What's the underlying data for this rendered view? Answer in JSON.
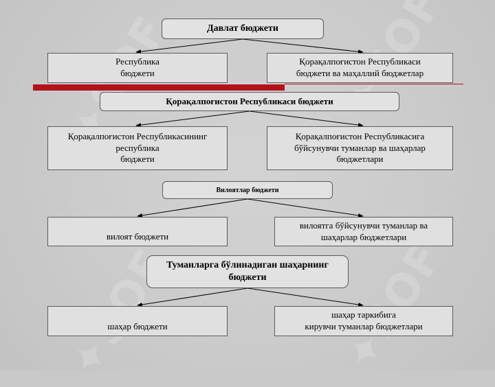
{
  "diagram": {
    "title_box": {
      "text": "Давлат бюджети"
    },
    "level1_left": {
      "lines": [
        "Республика",
        "бюджети"
      ]
    },
    "level1_right": {
      "lines": [
        "Қорақалпоғистон Республикаси",
        "бюджети ва маҳаллий бюджетлар"
      ]
    },
    "karakalpak_header": {
      "text": "Қорақалпоғистон Республикаси бюджети"
    },
    "level2_left": {
      "lines": [
        "Қорақалпоғистон Республикасининг",
        "республика",
        "бюджети"
      ]
    },
    "level2_right": {
      "lines": [
        "Қорақалпоғистон Республикасига",
        "бўйсунувчи туманлар ва шаҳарлар",
        "бюджетлари"
      ]
    },
    "regions_header": {
      "text": "Вилоятлар бюджети"
    },
    "level3_left": {
      "lines": [
        "вилоят бюджети"
      ]
    },
    "level3_right": {
      "lines": [
        "вилоятга бўйсунувчи туманлар ва",
        "шаҳарлар бюджетлари"
      ]
    },
    "city_header": {
      "lines": [
        "Туманларга бўлинадиган шаҳарнинг",
        "бюджети"
      ]
    },
    "level4_left": {
      "lines": [
        "шаҳар бюджети"
      ]
    },
    "level4_right": {
      "lines": [
        "шаҳар таркибига",
        "кирувчи туманлар бюджетлари"
      ]
    }
  },
  "colors": {
    "accent": "#b2121a",
    "box_fill": "#e0e0e0",
    "background": "#c9c9c9",
    "connector": "#000000"
  }
}
